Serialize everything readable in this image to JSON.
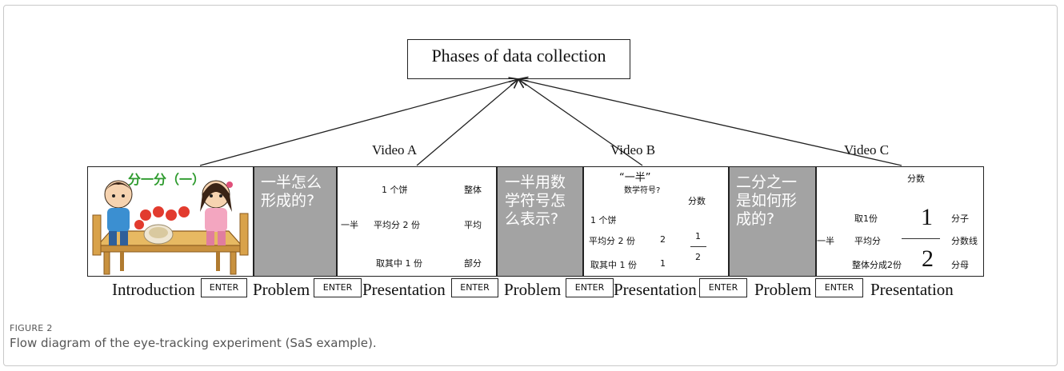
{
  "diagram": {
    "title": "Phases of data collection",
    "videos": [
      "Video A",
      "Video B",
      "Video C"
    ],
    "intro_title": "分一分（一）",
    "problem_texts": [
      "一半怎么形成的?",
      "一半用数学符号怎么表示?",
      "二分之一是如何形成的?"
    ],
    "presentation_a": {
      "left": "一半",
      "rows": [
        "1 个饼",
        "平均分 2 份",
        "取其中 1 份"
      ],
      "right": [
        "整体",
        "平均",
        "部分"
      ]
    },
    "presentation_b": {
      "quote": "“一半”",
      "question": "数学符号?",
      "label": "分数",
      "rows": [
        "1 个饼",
        "平均分 2 份",
        "取其中 1 份"
      ],
      "nums": [
        "",
        "2",
        "1"
      ],
      "frac_top": "1",
      "frac_bottom": "2"
    },
    "presentation_c": {
      "label": "分数",
      "left": "一半",
      "rows": [
        "取1份",
        "平均分",
        "整体分成2份"
      ],
      "frac_top": "1",
      "frac_bottom": "2",
      "right": [
        "分子",
        "分数线",
        "分母"
      ]
    },
    "phases": [
      "Introduction",
      "Problem",
      "Presentation",
      "Problem",
      "Presentation",
      "Problem",
      "Presentation"
    ],
    "enter_label": "ENTER"
  },
  "caption": {
    "label": "FIGURE 2",
    "text": "Flow diagram of the eye-tracking experiment (SaS example)."
  },
  "colors": {
    "problem_bg": "#a3a3a3",
    "caption_text": "#555555"
  }
}
